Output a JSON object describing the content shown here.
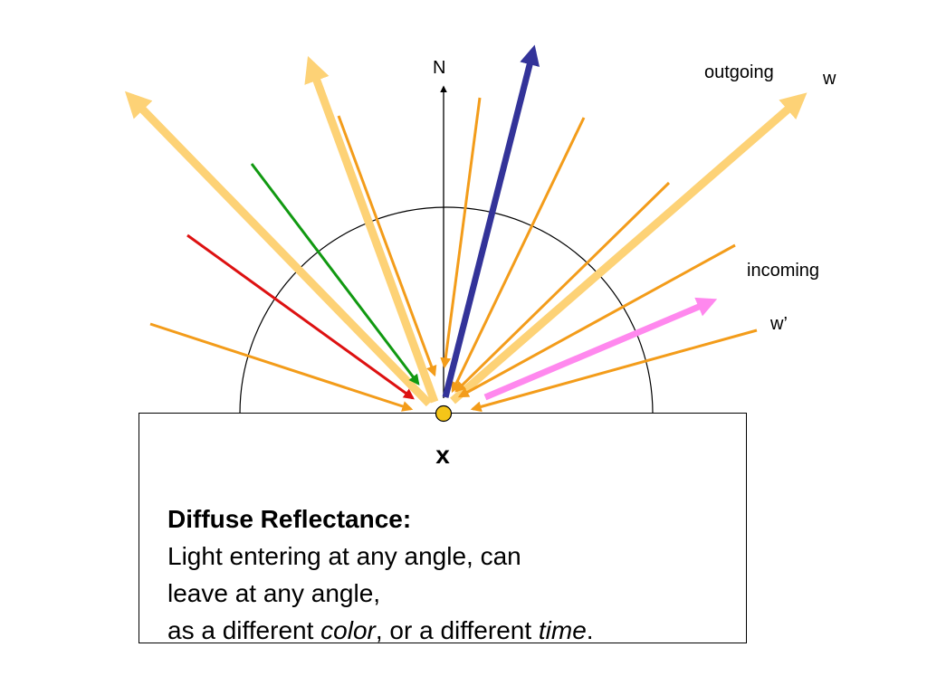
{
  "labels": {
    "normal": "N",
    "outgoing": "outgoing",
    "w": "w",
    "incoming": "incoming",
    "w_prime": "w’",
    "point": "x"
  },
  "caption": {
    "title": "Diffuse Reflectance:",
    "line1": "Light entering at any angle, can",
    "line2": "leave at any angle,",
    "line3_a": "as a different ",
    "line3_color": "color",
    "line3_b": ", or a different ",
    "line3_time": "time",
    "line3_c": "."
  },
  "colors": {
    "incoming_ray": "#f39c1a",
    "outgoing_ray": "#fdd276",
    "highlight_outgoing": "#333399",
    "highlight_incoming": "#ff88ee",
    "green_ray": "#119911",
    "red_ray": "#dd1111",
    "point": "#f5c518"
  }
}
